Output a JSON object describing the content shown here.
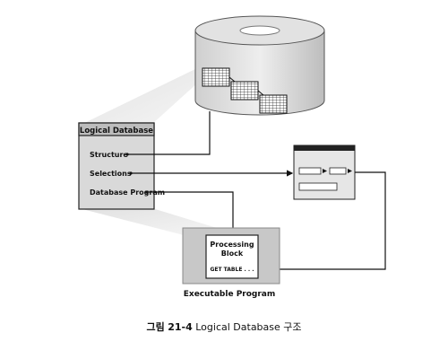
{
  "logical_database": {
    "title": "Logical Database",
    "items": [
      "Structure",
      "Selections",
      "Database Program"
    ]
  },
  "executable_program": {
    "label": "Executable Program",
    "processing_block": {
      "title_line1": "Processing",
      "title_line2": "Block",
      "code": "GET TABLE . . ."
    }
  },
  "caption": {
    "prefix": "그림",
    "number": "21-4",
    "text": "Logical Database 구조"
  },
  "icons": {
    "database": "database-cylinder-icon",
    "table": "table-grid-icon",
    "screen": "selection-screen-icon"
  }
}
